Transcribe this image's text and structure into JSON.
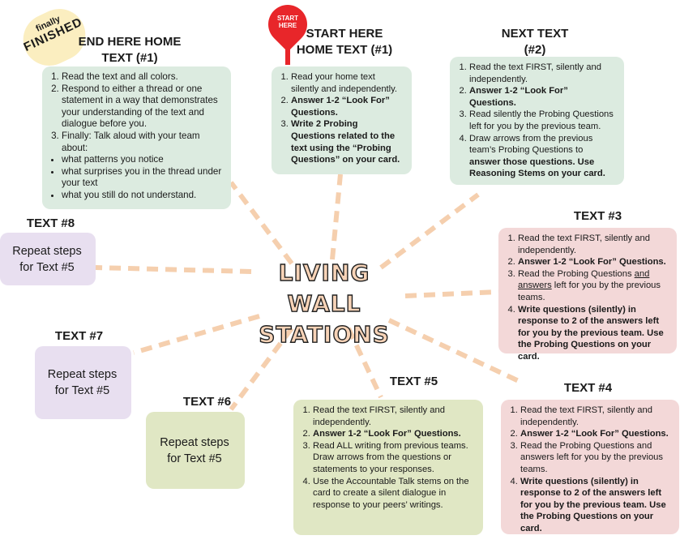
{
  "center_title": [
    "LIVING WALL",
    "STATIONS"
  ],
  "badge": {
    "small": "finally",
    "big": "FINISHED"
  },
  "pin_label": "START HERE",
  "stations": {
    "end": {
      "title": "END HERE HOME TEXT (#1)",
      "steps": [
        "Read the text and all colors.",
        "Respond to either a thread or one statement in a way that demonstrates your understanding of the text and dialogue before you.",
        "Finally: Talk aloud with your team about:"
      ],
      "bullets": [
        "what patterns you notice",
        "what surprises you in the thread under your text",
        "what you still do not understand."
      ]
    },
    "start": {
      "title": "START HERE HOME TEXT (#1)",
      "steps": [
        "Read your home text silently and independently.",
        "Answer 1-2 “Look For” Questions.",
        "Write 2 Probing Questions related to the text using the “Probing Questions” on your card."
      ]
    },
    "t2": {
      "title": "NEXT TEXT (#2)",
      "steps": [
        "Read the text FIRST, silently and independently.",
        "Answer 1-2 “Look For” Questions.",
        "Read silently the Probing Questions left for you by the previous team."
      ],
      "step4a": "Draw arrows from the previous team’s Probing Questions to ",
      "step4b": "answer those questions. Use Reasoning Stems on your card."
    },
    "t3": {
      "title": "TEXT #3",
      "steps": [
        "Read the text FIRST, silently and independently.",
        "Answer 1-2 “Look For” Questions."
      ],
      "step3a": "Read the Probing Questions ",
      "step3u1": "and answers",
      "step3b": " left for you by the previous teams.",
      "step4": "Write questions (silently) in response to 2 of the answers left for you by the previous team. Use the Probing Questions on your card."
    },
    "t4": {
      "title": "TEXT #4",
      "steps": [
        "Read the text FIRST, silently and independently.",
        "Answer 1-2 “Look For” Questions.",
        "Read the Probing Questions and answers left for you by the previous teams.",
        "Write questions (silently) in response to 2 of the answers left for you by the previous team. Use the Probing Questions on your card."
      ]
    },
    "t5": {
      "title": "TEXT #5",
      "steps": [
        "Read the text FIRST, silently and independently.",
        "Answer 1-2 “Look For” Questions.",
        "Read ALL writing from previous teams. Draw arrows from the questions or statements to your responses.",
        "Use the Accountable Talk stems on the card to create a silent dialogue in response to your peers’ writings."
      ]
    },
    "t6": {
      "title": "TEXT #6",
      "body": "Repeat steps for Text #5"
    },
    "t7": {
      "title": "TEXT #7",
      "body": "Repeat steps for Text #5"
    },
    "t8": {
      "title": "TEXT #8",
      "body": "Repeat steps for Text #5"
    }
  }
}
